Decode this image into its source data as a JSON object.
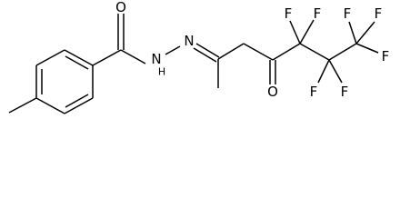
{
  "structure": {
    "atoms": {
      "o_amide": "O",
      "n_amide": "N",
      "h_amide": "H",
      "n_imine": "N",
      "o_ketone": "O",
      "f_1": "F",
      "f_2": "F",
      "f_3": "F",
      "f_4": "F",
      "f_5": "F",
      "f_6": "F",
      "f_7": "F"
    },
    "colors": {
      "ink": "#000000",
      "background": "#ffffff"
    }
  }
}
